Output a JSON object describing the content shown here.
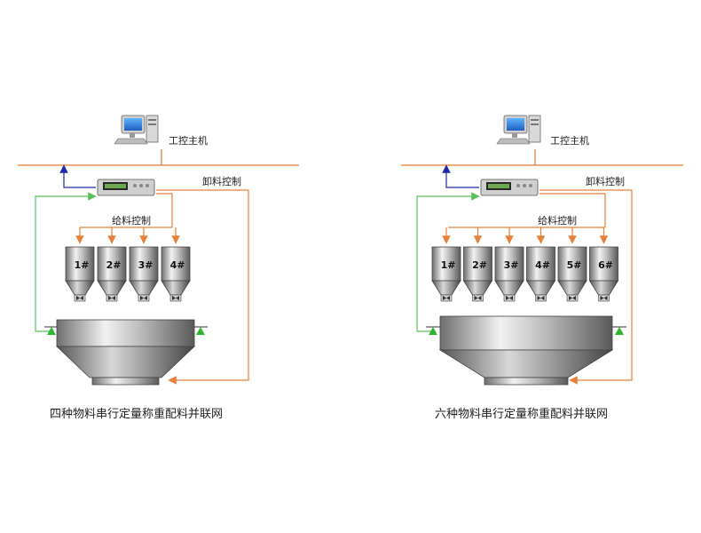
{
  "colors": {
    "network_line": "#e07a2e",
    "control_line": "#e8803a",
    "feedback_line": "#5cc05c",
    "data_line": "#1f2aa8",
    "sensor": "#2fb52f"
  },
  "left": {
    "host_label": "工控主机",
    "unload_label": "卸料控制",
    "feed_label": "给料控制",
    "hoppers": [
      "1#",
      "2#",
      "3#",
      "4#"
    ],
    "caption": "四种物料串行定量称重配料并联网"
  },
  "right": {
    "host_label": "工控主机",
    "unload_label": "卸料控制",
    "feed_label": "给料控制",
    "hoppers": [
      "1#",
      "2#",
      "3#",
      "4#",
      "5#",
      "6#"
    ],
    "caption": "六种物料串行定量称重配料并联网"
  }
}
